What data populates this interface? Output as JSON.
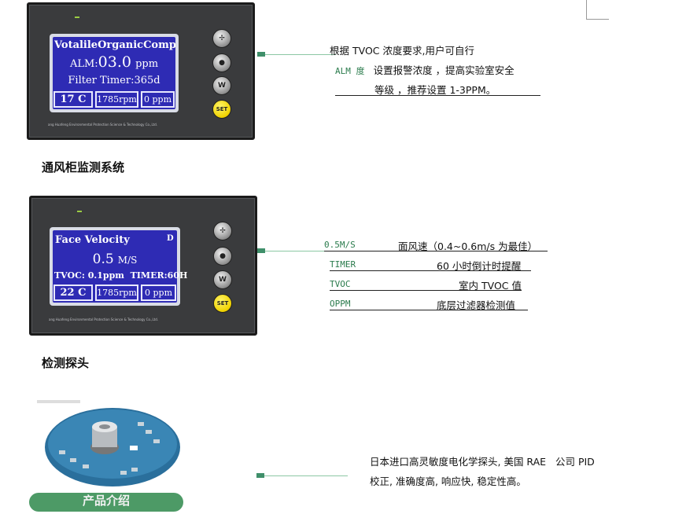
{
  "panel1": {
    "screen_line1": "VotalileOrganicCompoud",
    "alm_label": "ALM:",
    "alm_value": "03.0",
    "alm_unit": "ppm",
    "filter_timer": "Filter Timer:365d",
    "cell_temp": "17  C",
    "cell_rpm": "1785rpm",
    "cell_ppm": "0 ppm",
    "button_set": "SET",
    "company": "ang Huafeng Environmental Protection Science & Technology Co.,Ltd."
  },
  "desc1": {
    "line1": "根据 TVOC 浓度要求,用户可自行",
    "line2_key": "ALM 度",
    "line2_text": "设置报警浓度 ，提高实验室安全",
    "line3": "等级 ，推荐设置 1-3PPM。"
  },
  "heading1": "通风柜监测系统",
  "panel2": {
    "title": "Face Velocity",
    "velocity": "0.5",
    "velocity_unit": "M/S",
    "info_line": "TVOC: 0.1ppm  TIMER:60H",
    "cell_temp": "22  C",
    "cell_rpm": "1785rpm",
    "cell_ppm": "0 ppm",
    "button_set": "SET",
    "company": "ang Huafeng Environmental Protection Science & Technology Co.,Ltd."
  },
  "legend": [
    {
      "key": "0.5M/S",
      "text": "面风速（0.4~0.6m/s 为最佳）"
    },
    {
      "key": "TIMER",
      "text": "60 小时倒计时提醒"
    },
    {
      "key": "TVOC",
      "text": "室内 TVOC 值"
    },
    {
      "key": "OPPM",
      "text": "底层过滤器检测值"
    }
  ],
  "heading2": "检测探头",
  "desc3": {
    "line1": "日本进口高灵敏度电化学探头, 美国 RAE   公司 PID",
    "line2": "校正, 准确度高, 响应快, 稳定性高。"
  },
  "product_label": "产品介绍",
  "colors": {
    "screen_blue": "#2e2bb4",
    "panel_gray": "#3a3b3d",
    "accent_green": "#4d9a66",
    "set_yellow": "#f0d200"
  }
}
